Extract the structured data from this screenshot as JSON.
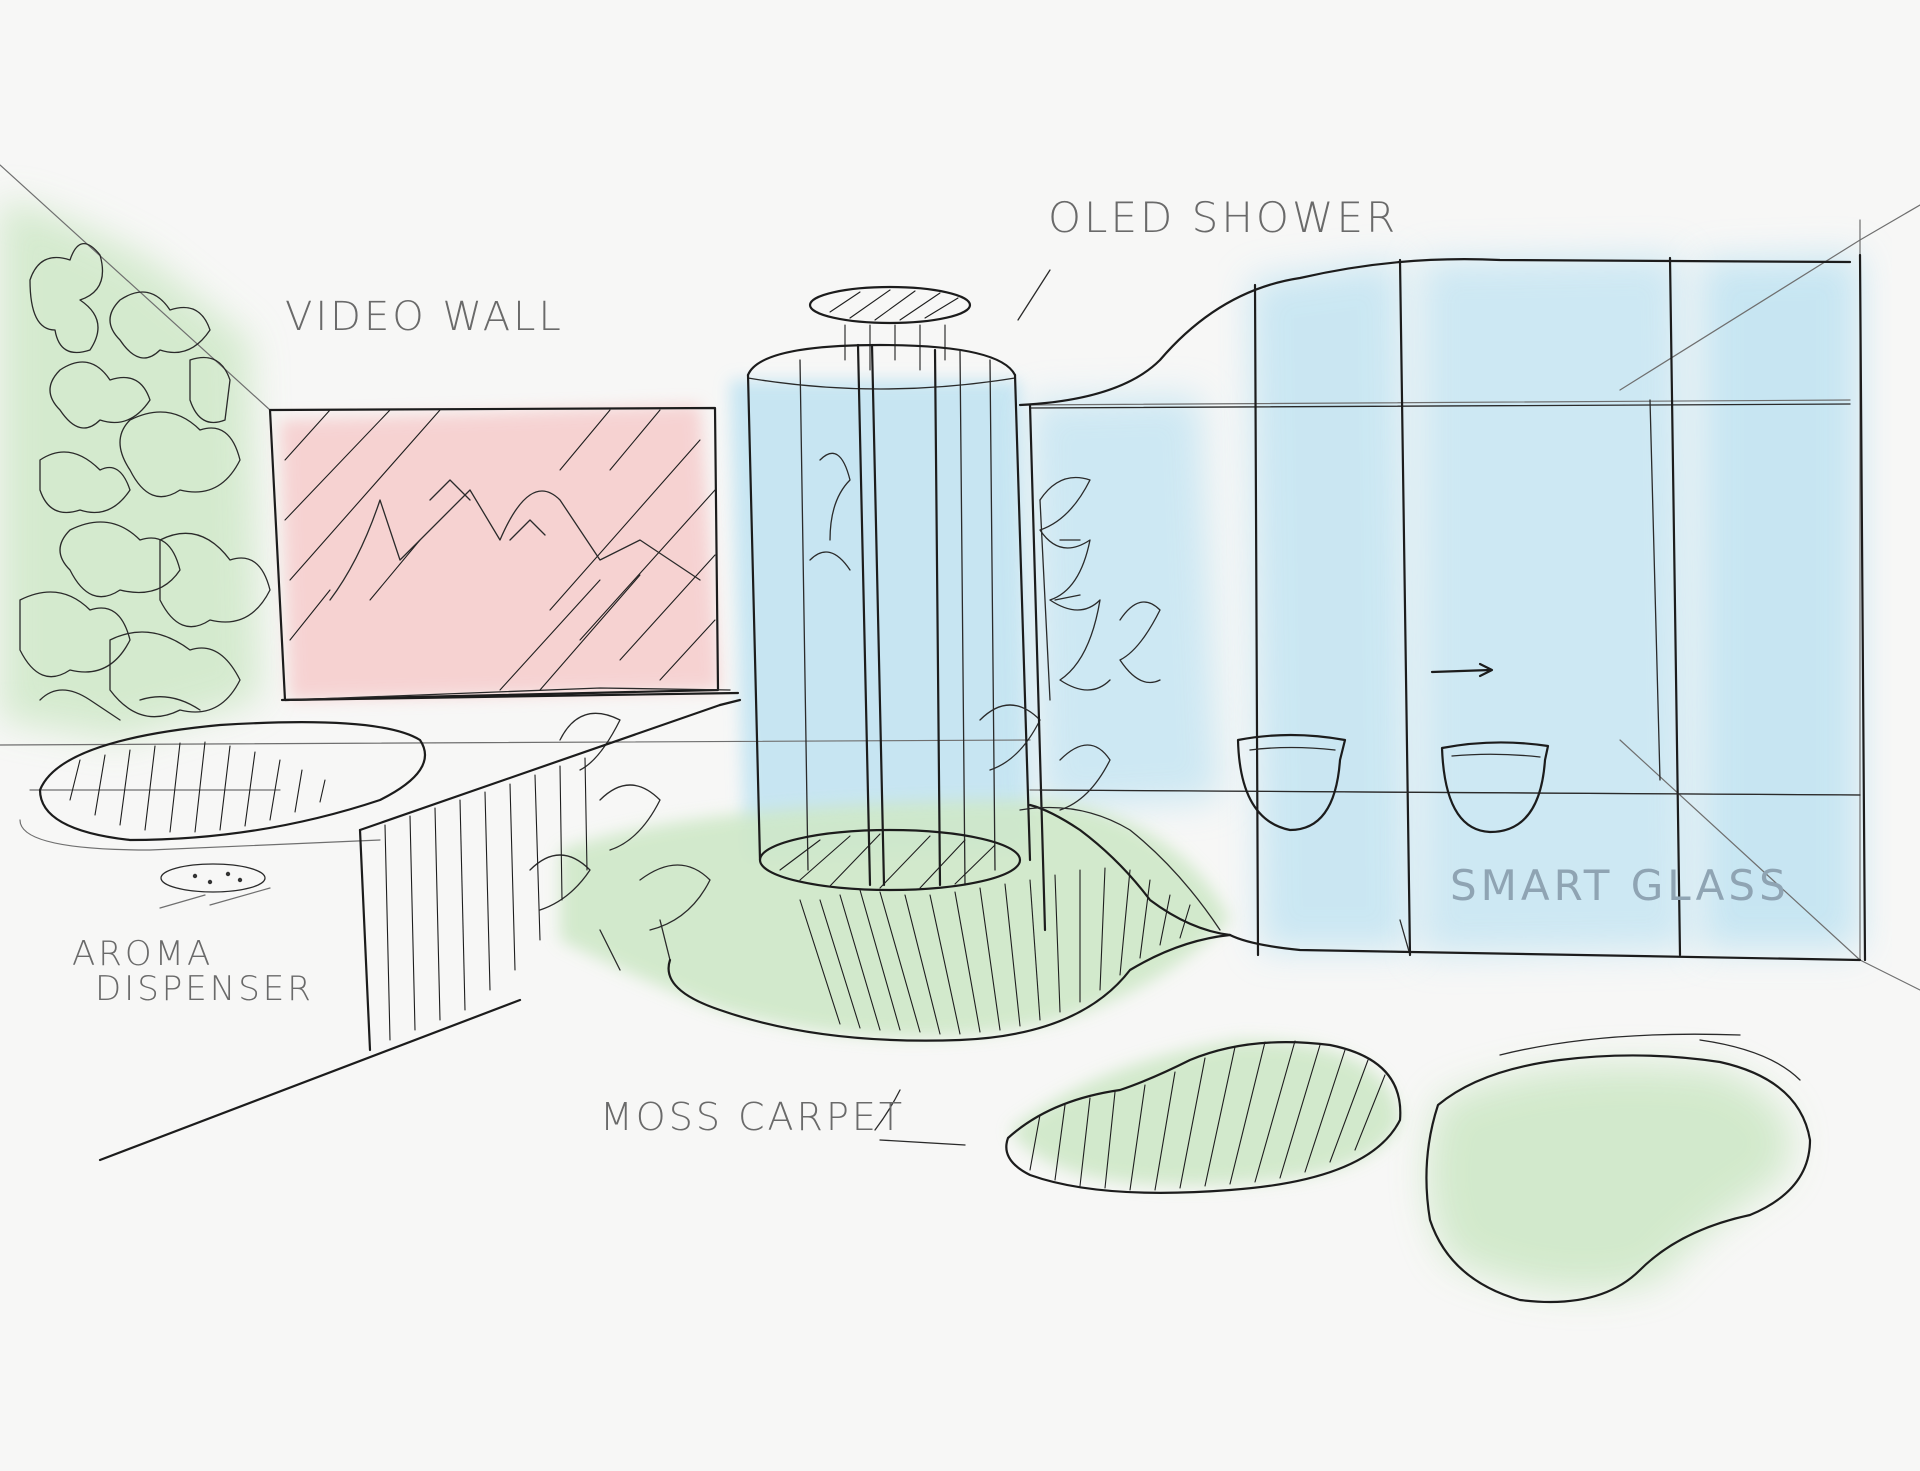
{
  "labels": {
    "video_wall": "VIDEO WALL",
    "oled_shower": "OLED SHOWER",
    "smart_glass": "SMART GLASS",
    "aroma_line1": "AROMA",
    "aroma_line2": "DISPENSER",
    "moss_carpet": "MOSS CARPET"
  },
  "colors": {
    "paper": "#f7f7f6",
    "ink": "#1c1c1c",
    "pencil": "#6f6f6f",
    "moss_green": "#cfe8c8",
    "glass_blue": "#bfe3f2",
    "video_pink": "#f6c9c9"
  }
}
